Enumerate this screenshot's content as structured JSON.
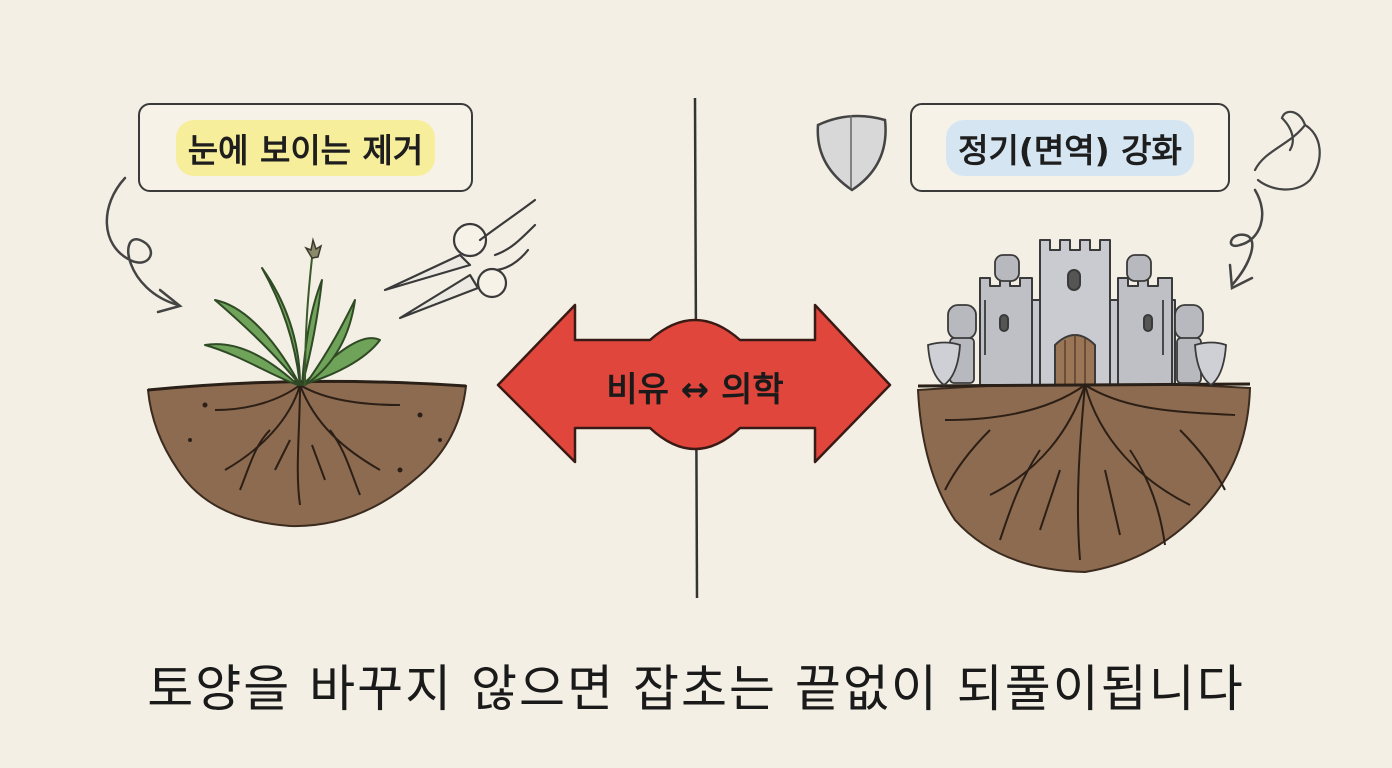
{
  "left_label": "눈에 보이는 제거",
  "right_label": "정기(면역) 강화",
  "center_label": "비유 ↔ 의학",
  "caption": "토양을 바꾸지 않으면 잡초는 끝없이 되풀이됩니다",
  "icons": {
    "left_scene": [
      "weed-plant-icon",
      "scissors-hand-icon",
      "soil-roots-icon",
      "curved-arrow-icon"
    ],
    "right_scene": [
      "shield-icon",
      "flexed-arm-icon",
      "castle-icon",
      "knight-icon",
      "deep-roots-icon",
      "curved-arrow-icon"
    ],
    "center": "double-arrow-icon"
  },
  "colors": {
    "background": "#f3efe4",
    "left_highlight": "#f7ee9b",
    "right_highlight": "#d5e6f2",
    "arrow": "#e0463c",
    "soil": "#8d6b50",
    "leaf": "#6fa35a",
    "stone": "#c6c7cd"
  }
}
